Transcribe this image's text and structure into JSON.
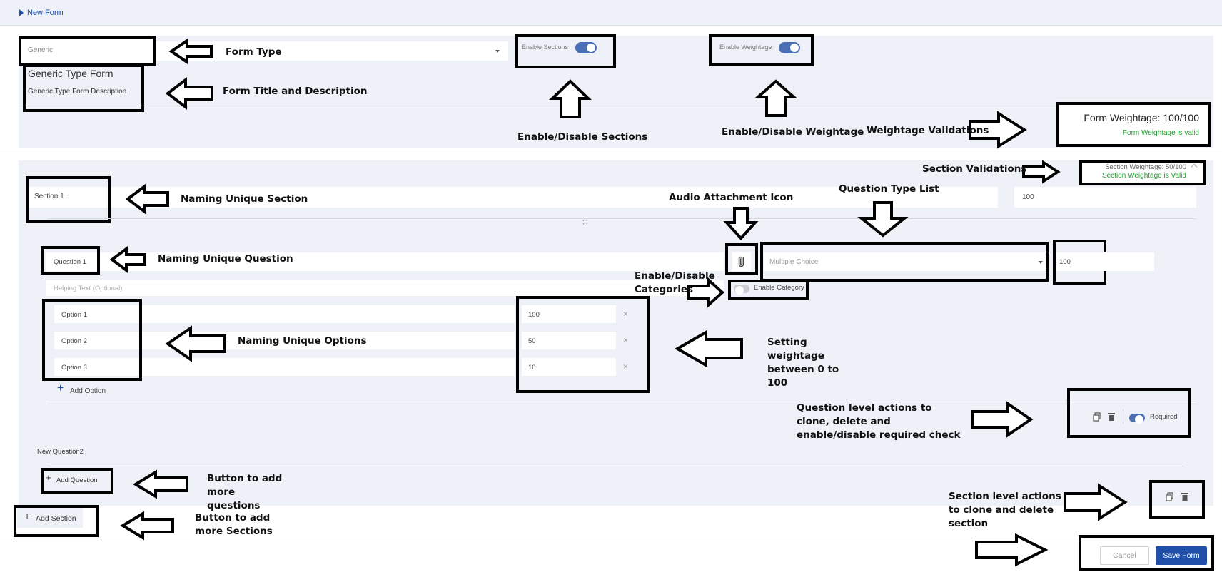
{
  "header": {
    "title": "New Form"
  },
  "form": {
    "type_value": "Generic",
    "title": "Generic Type Form",
    "description": "Generic Type Form Description",
    "enable_sections_label": "Enable Sections",
    "enable_weightage_label": "Enable Weightage",
    "weightage_label": "Form Weightage:",
    "weightage_value": "100/100",
    "weightage_valid": "Form Weightage is valid"
  },
  "section": {
    "name": "Section 1",
    "weight": "100",
    "weightage_label": "Section Weightage:",
    "weightage_value": "50/100",
    "weightage_valid": "Section Weightage is Valid",
    "drag_handle": "∷"
  },
  "question": {
    "name": "Question 1",
    "helping_text_placeholder": "Helping Text (Optional)",
    "type": "Multiple Choice",
    "weight": "100",
    "enable_category_label": "Enable Category",
    "options": [
      {
        "label": "Option 1",
        "weight": "100"
      },
      {
        "label": "Option 2",
        "weight": "50"
      },
      {
        "label": "Option 3",
        "weight": "10"
      }
    ],
    "add_option_label": "Add Option",
    "required_label": "Required"
  },
  "new_question": {
    "name": "New Question2"
  },
  "actions": {
    "add_question_label": "Add Question",
    "add_section_label": "Add Section",
    "cancel_label": "Cancel",
    "save_label": "Save Form"
  },
  "annotations": {
    "form_type": "Form Type",
    "title_desc": "Form Title and Description",
    "enable_sections": "Enable/Disable Sections",
    "enable_weightage": "Enable/Disable Weightage",
    "weightage_validations": "Weightage Validations",
    "section_validations": "Section Validations",
    "naming_section": "Naming Unique Section",
    "audio_icon": "Audio Attachment Icon",
    "question_type_list": "Question Type List",
    "naming_question": "Naming Unique Question",
    "enable_categories": "Enable/Disable Categories",
    "naming_options": "Naming Unique Options",
    "setting_weightage": "Setting weightage between 0 to 100",
    "question_actions": "Question level actions to clone, delete and enable/disable required check",
    "add_questions": "Button to add more questions",
    "add_sections": "Button to add more Sections",
    "section_actions": "Section level actions to clone and delete section"
  },
  "colors": {
    "primary": "#1f4fa8",
    "toggle_on": "#4a6fb5",
    "valid_green": "#1e9b2f",
    "panel": "#eef1f7"
  }
}
